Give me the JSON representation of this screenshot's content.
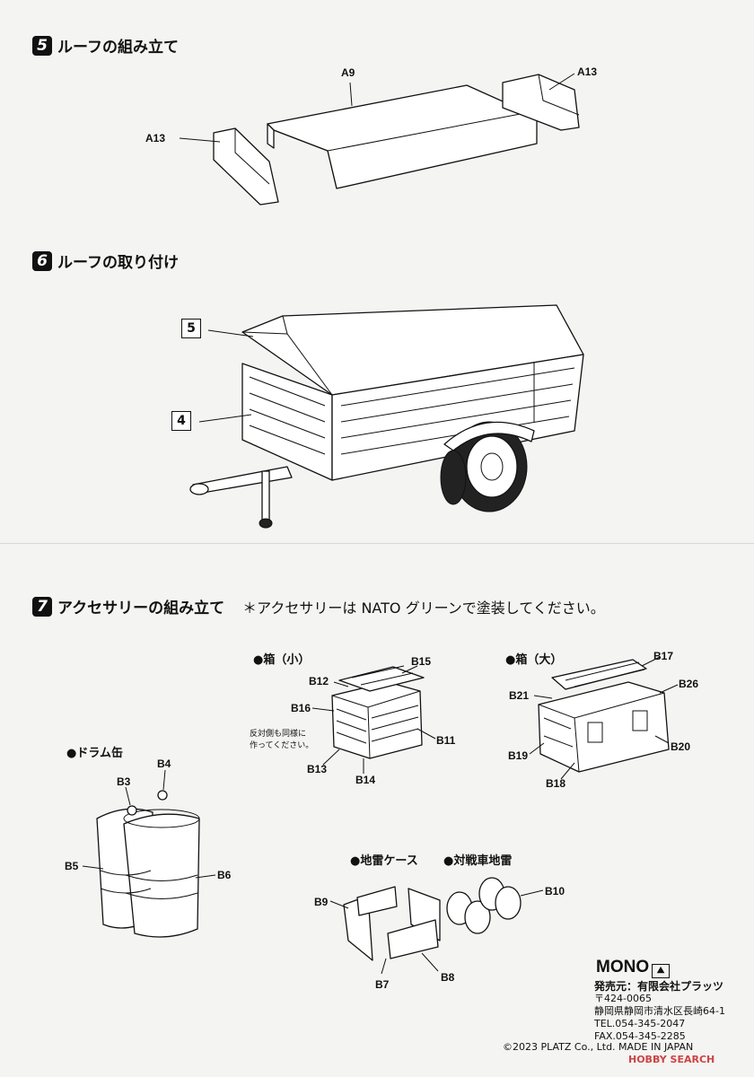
{
  "steps": [
    {
      "num": "5",
      "title": "ルーフの組み立て"
    },
    {
      "num": "6",
      "title": "ルーフの取り付け"
    },
    {
      "num": "7",
      "title": "アクセサリーの組み立て",
      "note": "＊アクセサリーは NATO グリーンで塗装してください。"
    }
  ],
  "roof_parts": {
    "a9": "A9",
    "a13_left": "A13",
    "a13_right": "A13"
  },
  "mount_refs": {
    "ref5": "5",
    "ref4": "4"
  },
  "accessories": {
    "small_box": {
      "title": "●箱（小）",
      "note_line1": "反対側も同様に",
      "note_line2": "作ってください。",
      "parts": [
        "B15",
        "B12",
        "B16",
        "B11",
        "B13",
        "B14"
      ]
    },
    "large_box": {
      "title": "●箱（大）",
      "parts": [
        "B17",
        "B21",
        "B26",
        "B19",
        "B20",
        "B18"
      ]
    },
    "drum": {
      "title": "●ドラム缶",
      "parts": [
        "B3",
        "B4",
        "B5",
        "B6"
      ]
    },
    "mine_case": {
      "title": "●地雷ケース",
      "parts": [
        "B9",
        "B7",
        "B8"
      ]
    },
    "at_mine": {
      "title": "●対戦車地雷",
      "parts": [
        "B10"
      ]
    }
  },
  "footer": {
    "brand": "MONO",
    "company": "発売元：有限会社プラッツ",
    "postal": "〒424-0065",
    "address": "静岡県静岡市清水区長崎64-1",
    "tel": "TEL.054-345-2047",
    "fax": "FAX.054-345-2285",
    "copyright": "©2023 PLATZ Co., Ltd. MADE IN JAPAN",
    "watermark": "HOBBY SEARCH"
  }
}
